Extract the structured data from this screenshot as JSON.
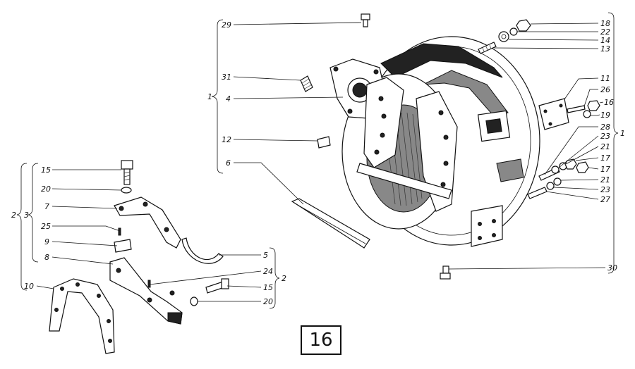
{
  "figure": {
    "page_number": "16"
  },
  "callouts": [
    {
      "id": "29-top",
      "text": "29"
    },
    {
      "id": "31",
      "text": "31"
    },
    {
      "id": "4",
      "text": "4"
    },
    {
      "id": "12",
      "text": "12"
    },
    {
      "id": "6",
      "text": "6"
    },
    {
      "id": "15-left",
      "text": "15"
    },
    {
      "id": "20-left",
      "text": "20"
    },
    {
      "id": "7",
      "text": "7"
    },
    {
      "id": "25",
      "text": "25"
    },
    {
      "id": "9",
      "text": "9"
    },
    {
      "id": "8",
      "text": "8"
    },
    {
      "id": "10",
      "text": "10"
    },
    {
      "id": "5",
      "text": "5"
    },
    {
      "id": "24",
      "text": "24"
    },
    {
      "id": "15-right",
      "text": "15"
    },
    {
      "id": "20-right",
      "text": "20"
    },
    {
      "id": "18",
      "text": "18"
    },
    {
      "id": "22",
      "text": "22"
    },
    {
      "id": "14",
      "text": "14"
    },
    {
      "id": "13",
      "text": "13"
    },
    {
      "id": "11",
      "text": "11"
    },
    {
      "id": "26",
      "text": "26"
    },
    {
      "id": "16",
      "text": "16"
    },
    {
      "id": "19",
      "text": "19"
    },
    {
      "id": "28",
      "text": "28"
    },
    {
      "id": "23-a",
      "text": "23"
    },
    {
      "id": "21-a",
      "text": "21"
    },
    {
      "id": "17-a",
      "text": "17"
    },
    {
      "id": "17-b",
      "text": "17"
    },
    {
      "id": "21-b",
      "text": "21"
    },
    {
      "id": "23-b",
      "text": "23"
    },
    {
      "id": "27",
      "text": "27"
    },
    {
      "id": "30",
      "text": "30"
    }
  ],
  "group_labels": {
    "group1_left": "1",
    "group1_right": "1",
    "group2_left": "2",
    "group3_left": "3",
    "group2_right": "2"
  }
}
